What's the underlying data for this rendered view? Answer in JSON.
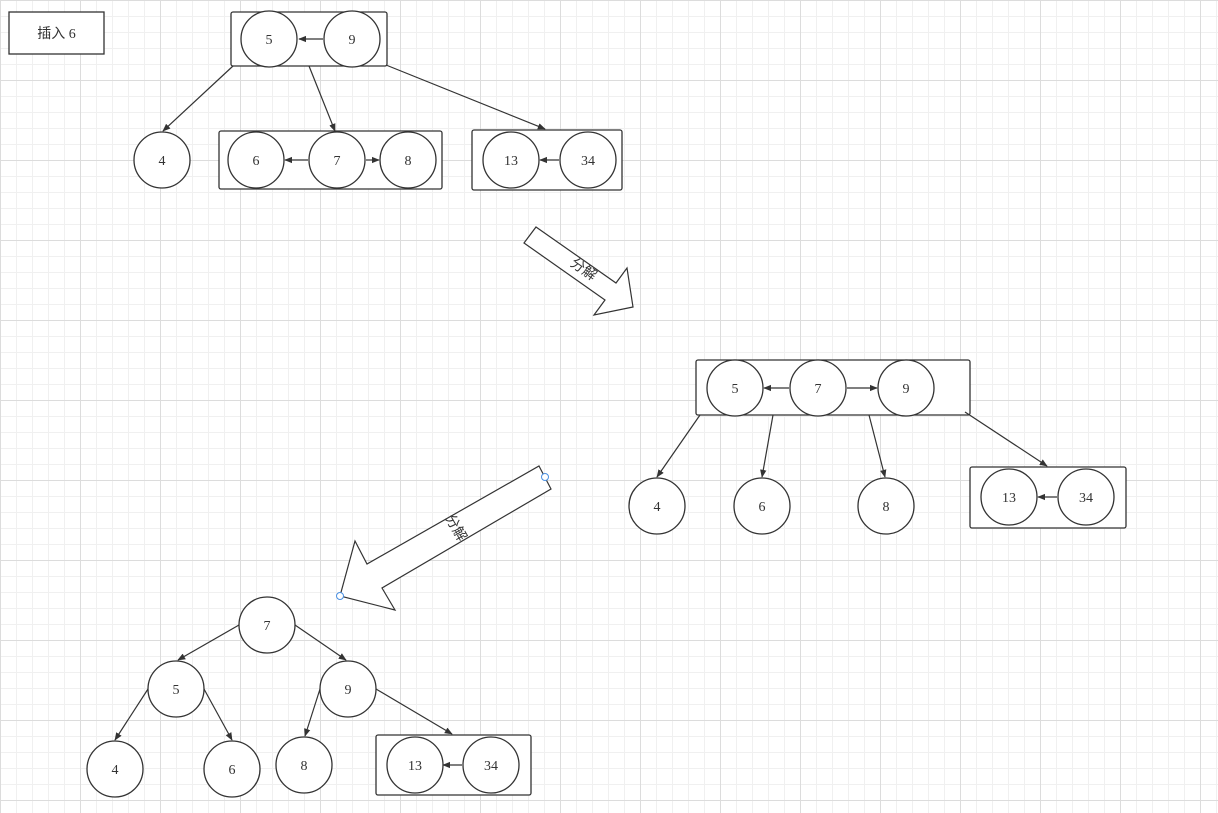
{
  "title": "插入 6",
  "step_label_1": "分解",
  "step_label_2": "分解",
  "stage1": {
    "root": [
      "5",
      "9"
    ],
    "children": [
      [
        "4"
      ],
      [
        "6",
        "7",
        "8"
      ],
      [
        "13",
        "34"
      ]
    ]
  },
  "stage2": {
    "root": [
      "5",
      "7",
      "9"
    ],
    "children": [
      [
        "4"
      ],
      [
        "6"
      ],
      [
        "8"
      ],
      [
        "13",
        "34"
      ]
    ]
  },
  "stage3": {
    "root": "7",
    "level1": [
      "5",
      "9"
    ],
    "leaves": [
      [
        "4"
      ],
      [
        "6"
      ],
      [
        "8"
      ],
      [
        "13",
        "34"
      ]
    ]
  }
}
